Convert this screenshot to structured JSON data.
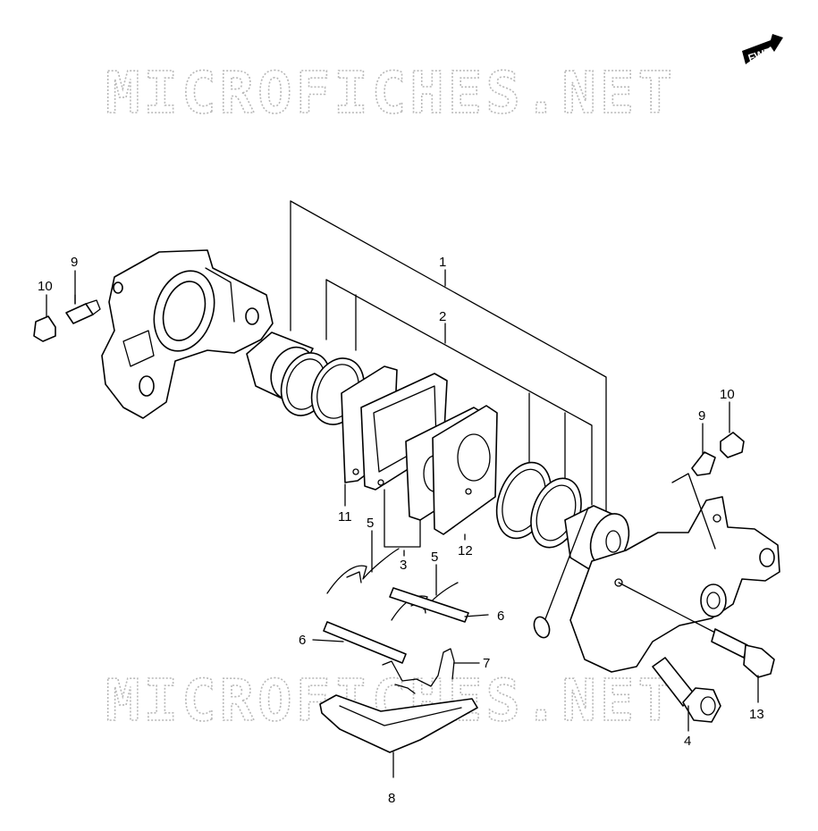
{
  "watermark": {
    "top": "MICROFICHES.NET",
    "bottom": "MICROFICHES.NET"
  },
  "fwd_badge": "FWD",
  "callouts": [
    {
      "id": "c1",
      "text": "1"
    },
    {
      "id": "c2",
      "text": "2"
    },
    {
      "id": "c3",
      "text": "3"
    },
    {
      "id": "c4",
      "text": "4"
    },
    {
      "id": "c5a",
      "text": "5"
    },
    {
      "id": "c5b",
      "text": "5"
    },
    {
      "id": "c6a",
      "text": "6"
    },
    {
      "id": "c6b",
      "text": "6"
    },
    {
      "id": "c7",
      "text": "7"
    },
    {
      "id": "c8",
      "text": "8"
    },
    {
      "id": "c9a",
      "text": "9"
    },
    {
      "id": "c9b",
      "text": "9"
    },
    {
      "id": "c10a",
      "text": "10"
    },
    {
      "id": "c10b",
      "text": "10"
    },
    {
      "id": "c11",
      "text": "11"
    },
    {
      "id": "c12",
      "text": "12"
    },
    {
      "id": "c13",
      "text": "13"
    }
  ]
}
